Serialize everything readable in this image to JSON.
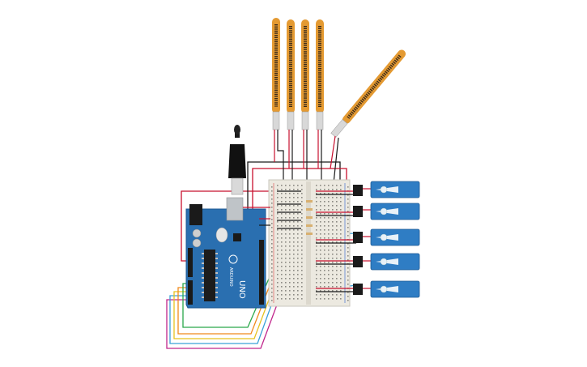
{
  "board": {
    "logo_text": "UNO",
    "brand_text": "ARDUINO"
  },
  "components": {
    "flex_sensors": [
      "flex-sensor-1",
      "flex-sensor-2",
      "flex-sensor-3",
      "flex-sensor-4",
      "flex-sensor-5"
    ],
    "servos": [
      "servo-1",
      "servo-2",
      "servo-3",
      "servo-4",
      "servo-5"
    ]
  },
  "colors": {
    "board": "#2a6fb0",
    "board_dark": "#1d5a94",
    "breadboard": "#ece9e0",
    "flex_body": "#e49a32",
    "flex_stripe": "#3a2a1a",
    "servo_body": "#2f7dc4",
    "servo_horn": "#e8f1f8",
    "wire_red": "#c8102e",
    "wire_black": "#1a1a1a",
    "wire_green": "#2aa84a",
    "wire_yellow": "#e7c21f",
    "wire_orange": "#f08a1c",
    "wire_cyan": "#3aa0d8",
    "wire_magenta": "#c0268c"
  }
}
